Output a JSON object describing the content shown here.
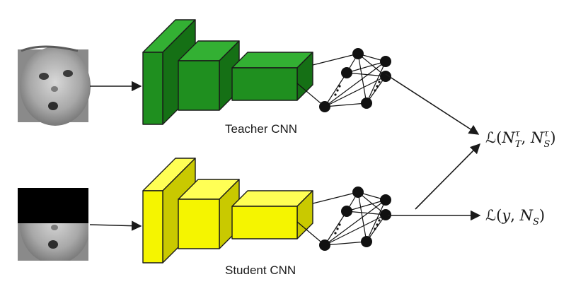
{
  "teacher": {
    "label": "Teacher CNN",
    "colors": {
      "front": "#1f8f1f",
      "top": "#33b033",
      "side": "#157015"
    }
  },
  "student": {
    "label": "Student CNN",
    "colors": {
      "front": "#f5f500",
      "top": "#ffff55",
      "side": "#c9c900"
    }
  },
  "losses": {
    "distill": {
      "script": "ℒ",
      "open": "(",
      "a": "N",
      "a_sub": "T",
      "a_sup": "τ",
      "sep": ", ",
      "b": "N",
      "b_sub": "S",
      "b_sup": "τ",
      "close": ")"
    },
    "hard": {
      "script": "ℒ",
      "open": "(",
      "y": "y",
      "sep": ", ",
      "b": "N",
      "b_sub": "S",
      "close": ")"
    }
  },
  "inputs": {
    "teacher_image": "full face photo",
    "student_image": "face photo with upper part masked"
  }
}
